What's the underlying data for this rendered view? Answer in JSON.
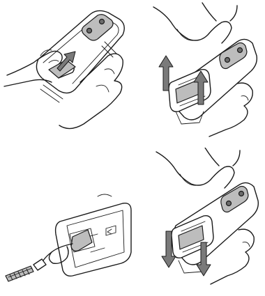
{
  "colors": {
    "background": "#ffffff",
    "line": "#1a1a1a",
    "shading": "#bdbdbd",
    "arrow": "#7a7a7a"
  },
  "steps": [
    {
      "action": "slide-cover",
      "arrow_icon": "arrow-up-right-icon"
    },
    {
      "action": "lift-cover",
      "arrow_icon": "arrow-up-icon"
    },
    {
      "action": "attach-strap",
      "icon": "lanyard-icon"
    },
    {
      "action": "close-cover",
      "arrow_icon": "arrow-down-icon"
    }
  ]
}
